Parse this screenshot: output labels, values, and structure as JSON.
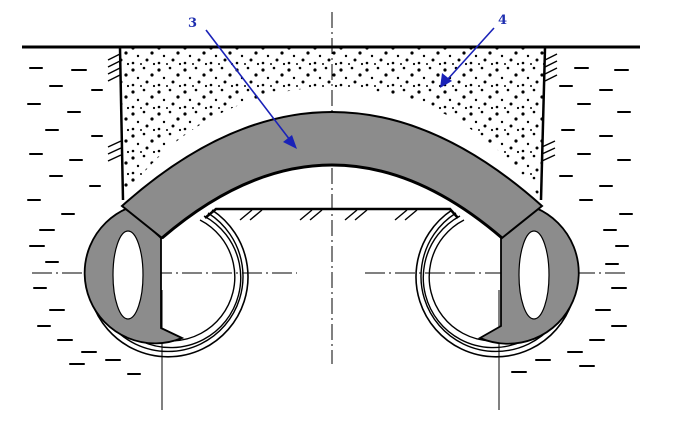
{
  "labels": [
    {
      "id": "label-3",
      "text": "3"
    },
    {
      "id": "label-4",
      "text": "4"
    }
  ],
  "colors": {
    "ink": "#000000",
    "fill_gray": "#8c8c8c",
    "label_blue": "#1f2fb0",
    "leader_blue": "#1a22b8"
  }
}
